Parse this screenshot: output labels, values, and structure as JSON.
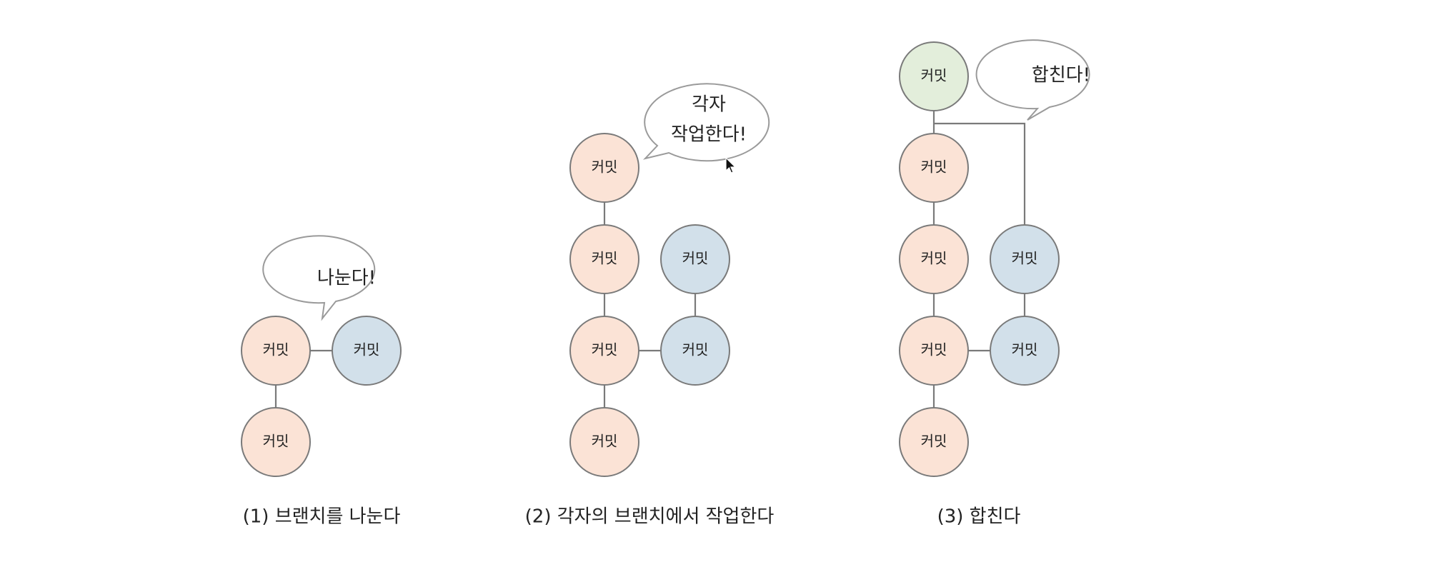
{
  "colors": {
    "main_branch": "#fbe3d6",
    "side_branch": "#d2e0ea",
    "merge_commit": "#e3eedb",
    "stroke": "#7a7a7a"
  },
  "panels": [
    {
      "caption": "(1) 브랜치를 나눈다",
      "speech": "나눈다!",
      "nodes": [
        {
          "label": "커밋",
          "branch": "main_branch"
        },
        {
          "label": "커밋",
          "branch": "side_branch"
        },
        {
          "label": "커밋",
          "branch": "main_branch"
        }
      ]
    },
    {
      "caption": "(2) 각자의 브랜치에서 작업한다",
      "speech_lines": [
        "각자",
        "작업한다!"
      ],
      "nodes": [
        {
          "label": "커밋",
          "branch": "main_branch"
        },
        {
          "label": "커밋",
          "branch": "main_branch"
        },
        {
          "label": "커밋",
          "branch": "side_branch"
        },
        {
          "label": "커밋",
          "branch": "main_branch"
        },
        {
          "label": "커밋",
          "branch": "side_branch"
        },
        {
          "label": "커밋",
          "branch": "main_branch"
        }
      ]
    },
    {
      "caption": "(3) 합친다",
      "speech": "합친다!",
      "nodes": [
        {
          "label": "커밋",
          "branch": "merge_commit"
        },
        {
          "label": "커밋",
          "branch": "main_branch"
        },
        {
          "label": "커밋",
          "branch": "main_branch"
        },
        {
          "label": "커밋",
          "branch": "side_branch"
        },
        {
          "label": "커밋",
          "branch": "main_branch"
        },
        {
          "label": "커밋",
          "branch": "side_branch"
        },
        {
          "label": "커밋",
          "branch": "main_branch"
        }
      ]
    }
  ]
}
